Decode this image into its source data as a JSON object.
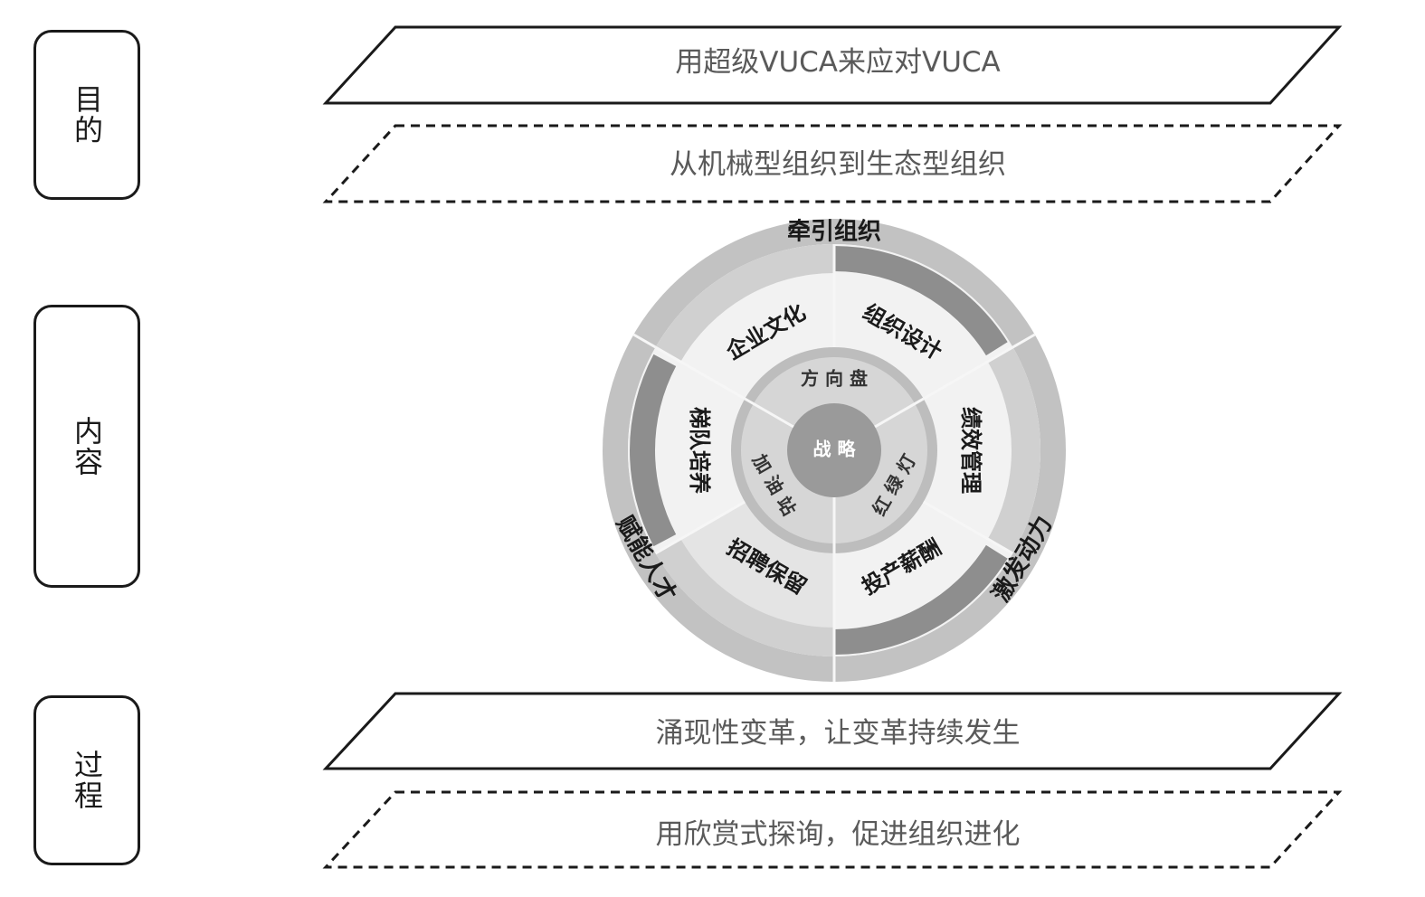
{
  "side_labels": {
    "purpose": "目的",
    "content": "内容",
    "process": "过程"
  },
  "bands": {
    "purpose_1": "用超级VUCA来应对VUCA",
    "purpose_2": "从机械型组织到生态型组织",
    "process_1": "涌现性变革，让变革持续发生",
    "process_2": "用欣赏式探询，促进组织进化"
  },
  "wheel": {
    "center": "战 略",
    "inner_ring": {
      "top": "方 向 盘",
      "left": "加 油 站",
      "right": "红 绿 灯"
    },
    "middle_ring": {
      "culture": "企业文化",
      "org_design": "组织设计",
      "performance": "绩效管理",
      "compensation": "投产薪酬",
      "recruit": "招聘保留",
      "talent_ladder": "梯队培养"
    },
    "outer_ring": {
      "top": "牵引组织",
      "right": "激发动力",
      "left": "赋能人才"
    }
  },
  "colors": {
    "outer_ring": "#c2c2c2",
    "outer_ring_dark": "#8e8e8e",
    "middle_ring": "#eeeeee",
    "inner_ring": "#bdbdbd",
    "inner_fill": "#d6d6d6",
    "center": "#9a9a9a",
    "separator": "#f6f6f6"
  }
}
